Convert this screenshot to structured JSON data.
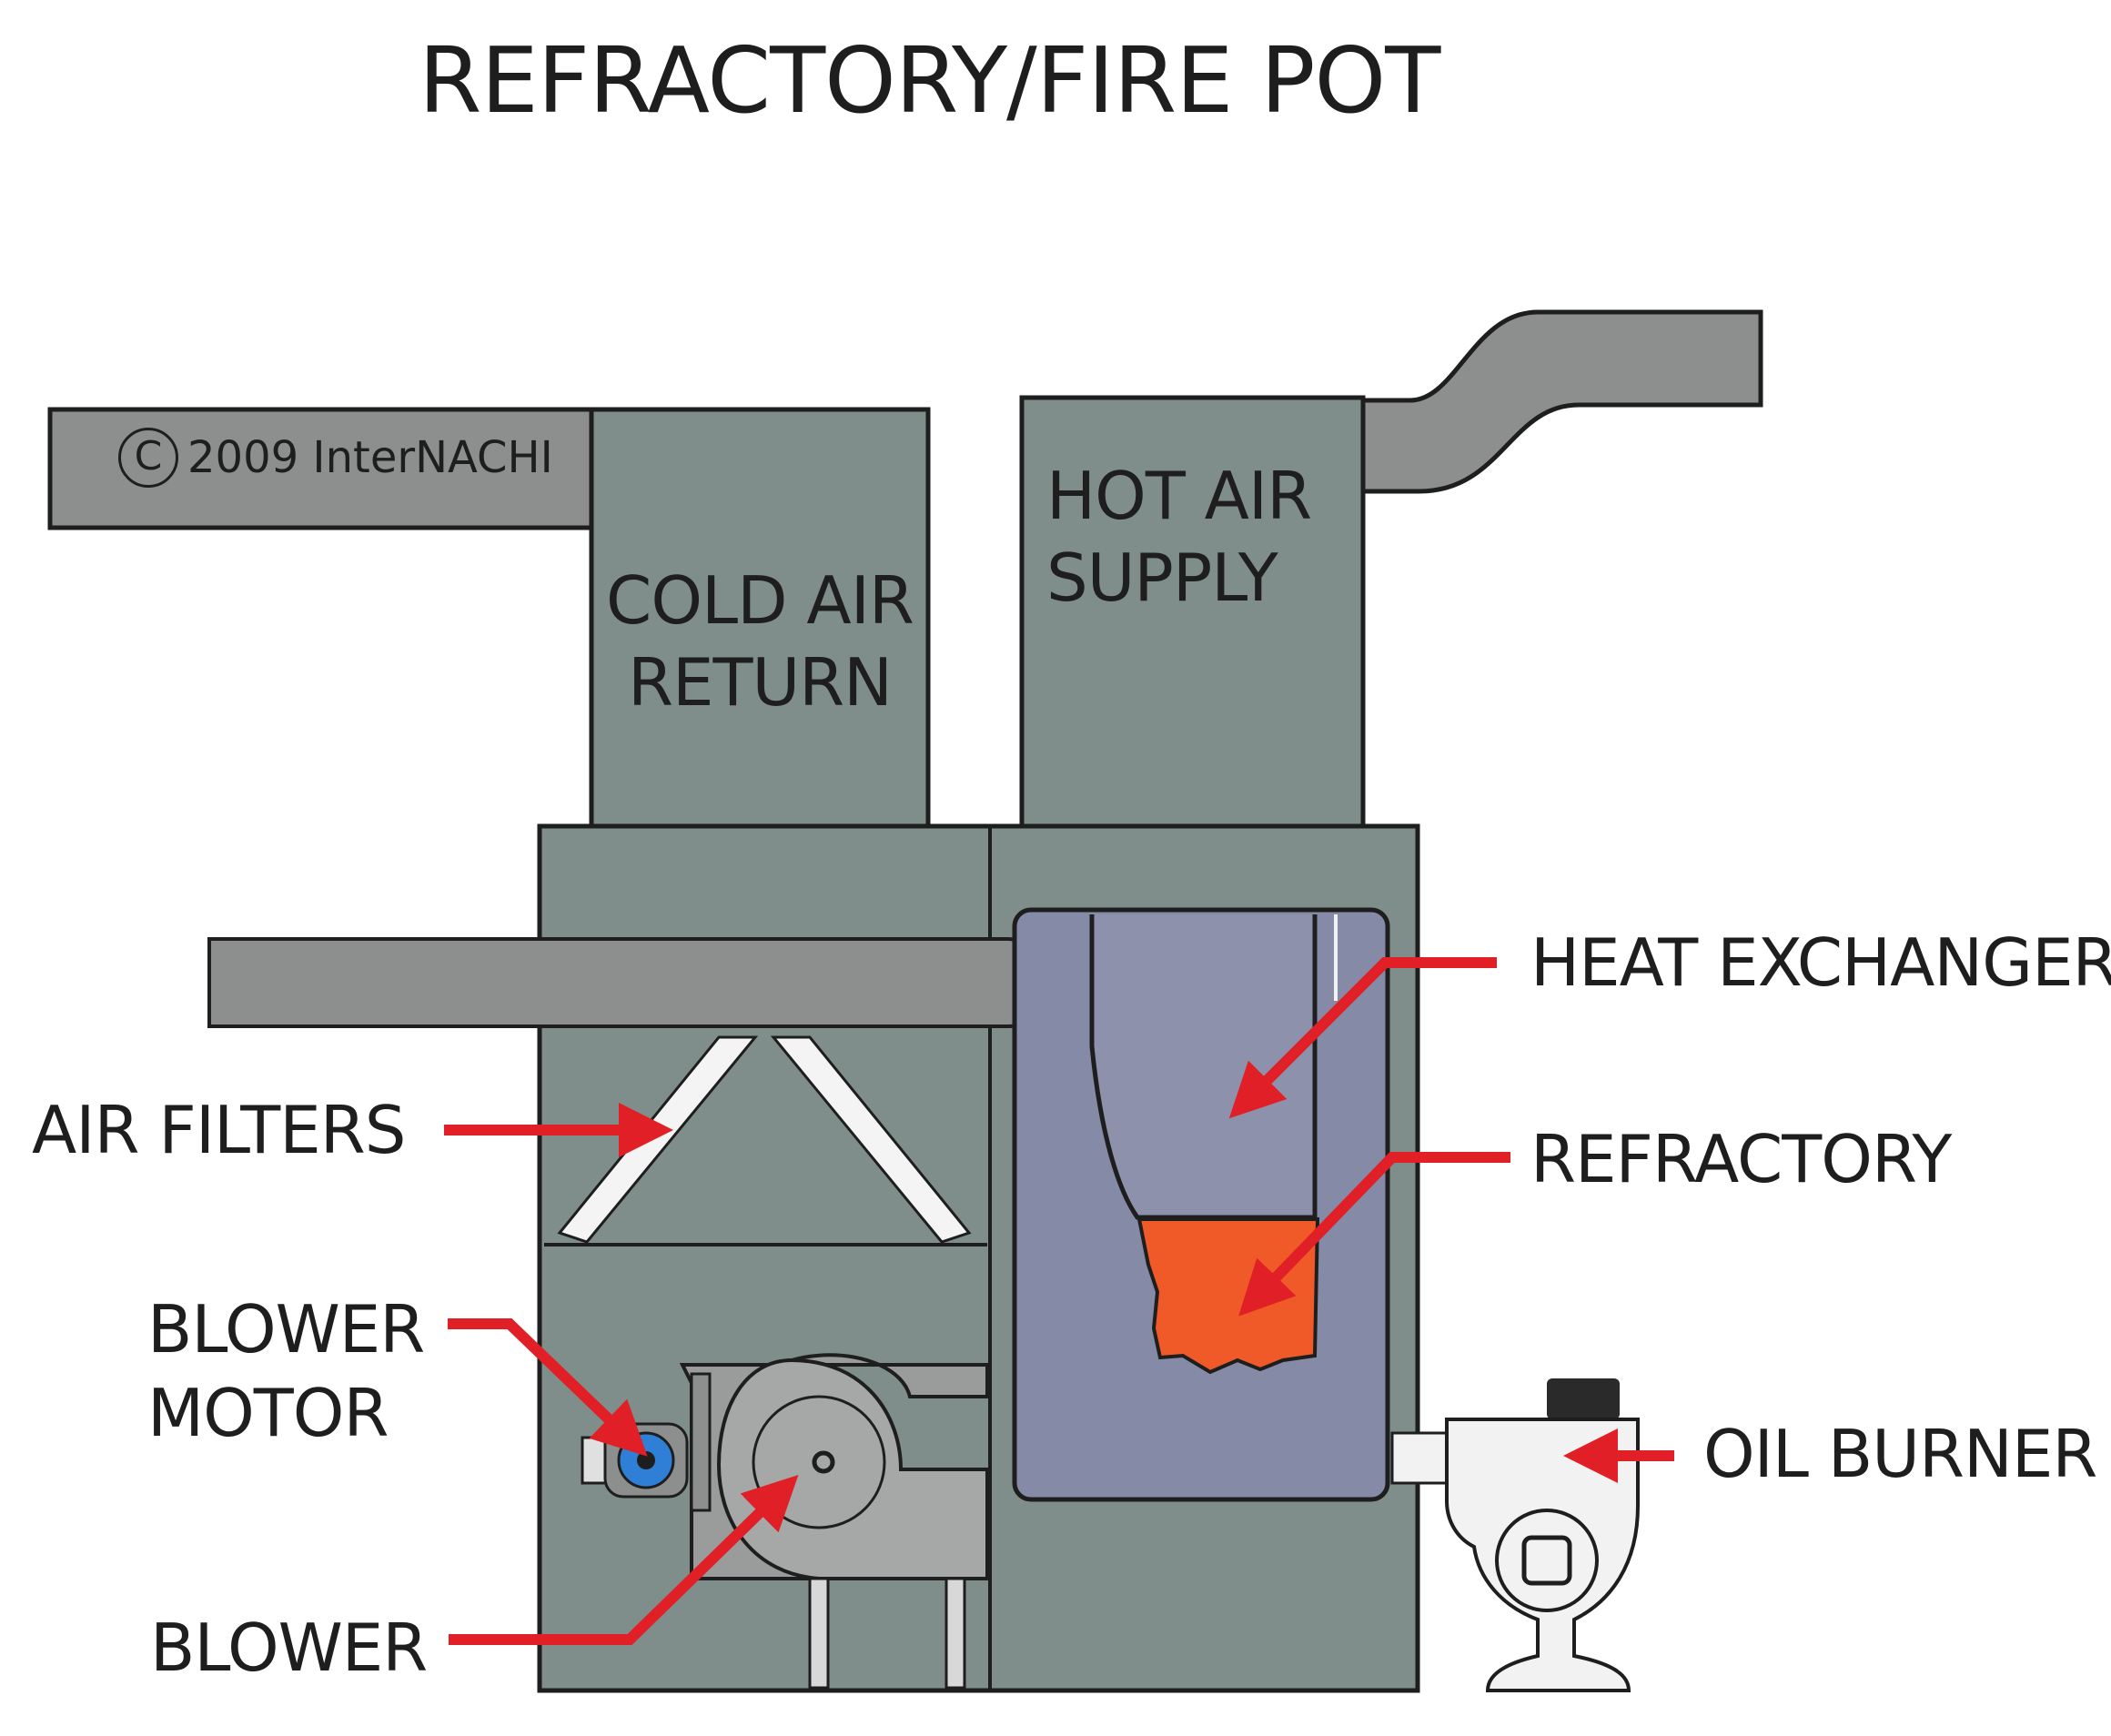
{
  "title": "REFRACTORY/FIRE POT",
  "copyright": {
    "symbol": "C",
    "text": "2009  InterNACHI"
  },
  "ducts": {
    "cold_air_return": [
      "COLD AIR",
      "RETURN"
    ],
    "hot_air_supply": [
      "HOT AIR",
      "SUPPLY"
    ]
  },
  "labels": {
    "heat_exchanger": "HEAT EXCHANGER",
    "refractory": "REFRACTORY",
    "oil_burner": "OIL BURNER",
    "air_filters": "AIR FILTERS",
    "blower_motor": [
      "BLOWER",
      "MOTOR"
    ],
    "blower": "BLOWER"
  },
  "colors": {
    "duct": "#8c8f8e",
    "cabinet": "#7f8e8a",
    "heat_exchanger": "#858aa6",
    "refractory": "#f05a28",
    "arrow": "#e01f26",
    "burner": "#f2f2f2",
    "outline": "#1e1e1e"
  }
}
